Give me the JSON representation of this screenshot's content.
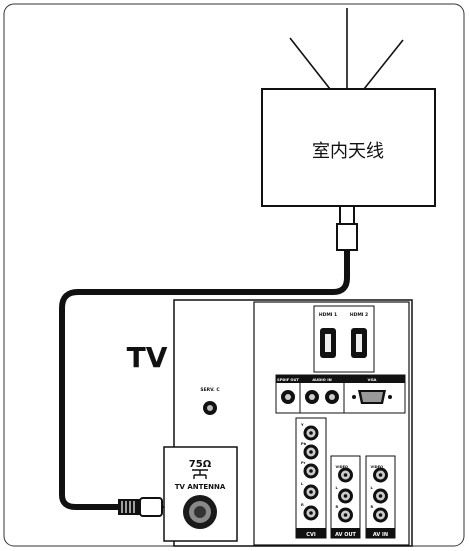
{
  "antenna_box": {
    "label": "室内天线"
  },
  "tv": {
    "label": "TV",
    "antenna_panel": {
      "impedance": "75Ω",
      "label": "TV ANTENNA"
    },
    "serv_c_label": "SERV. C",
    "hdmi": {
      "port1_label": "HDMI 1",
      "port2_label": "HDMI 2"
    },
    "spdif_label": "SPDIF OUT",
    "audio_in_label": "AUDIO IN",
    "vga_label": "VGA",
    "cvi": {
      "label": "CVI",
      "jack_labels": [
        "Y",
        "Pb",
        "Pr",
        "L",
        "R"
      ]
    },
    "av_out": {
      "label": "AV OUT",
      "jack_labels": [
        "VIDEO",
        "L",
        "R"
      ]
    },
    "av_in": {
      "label": "AV IN",
      "jack_labels": [
        "VIDEO",
        "L",
        "R"
      ]
    }
  }
}
